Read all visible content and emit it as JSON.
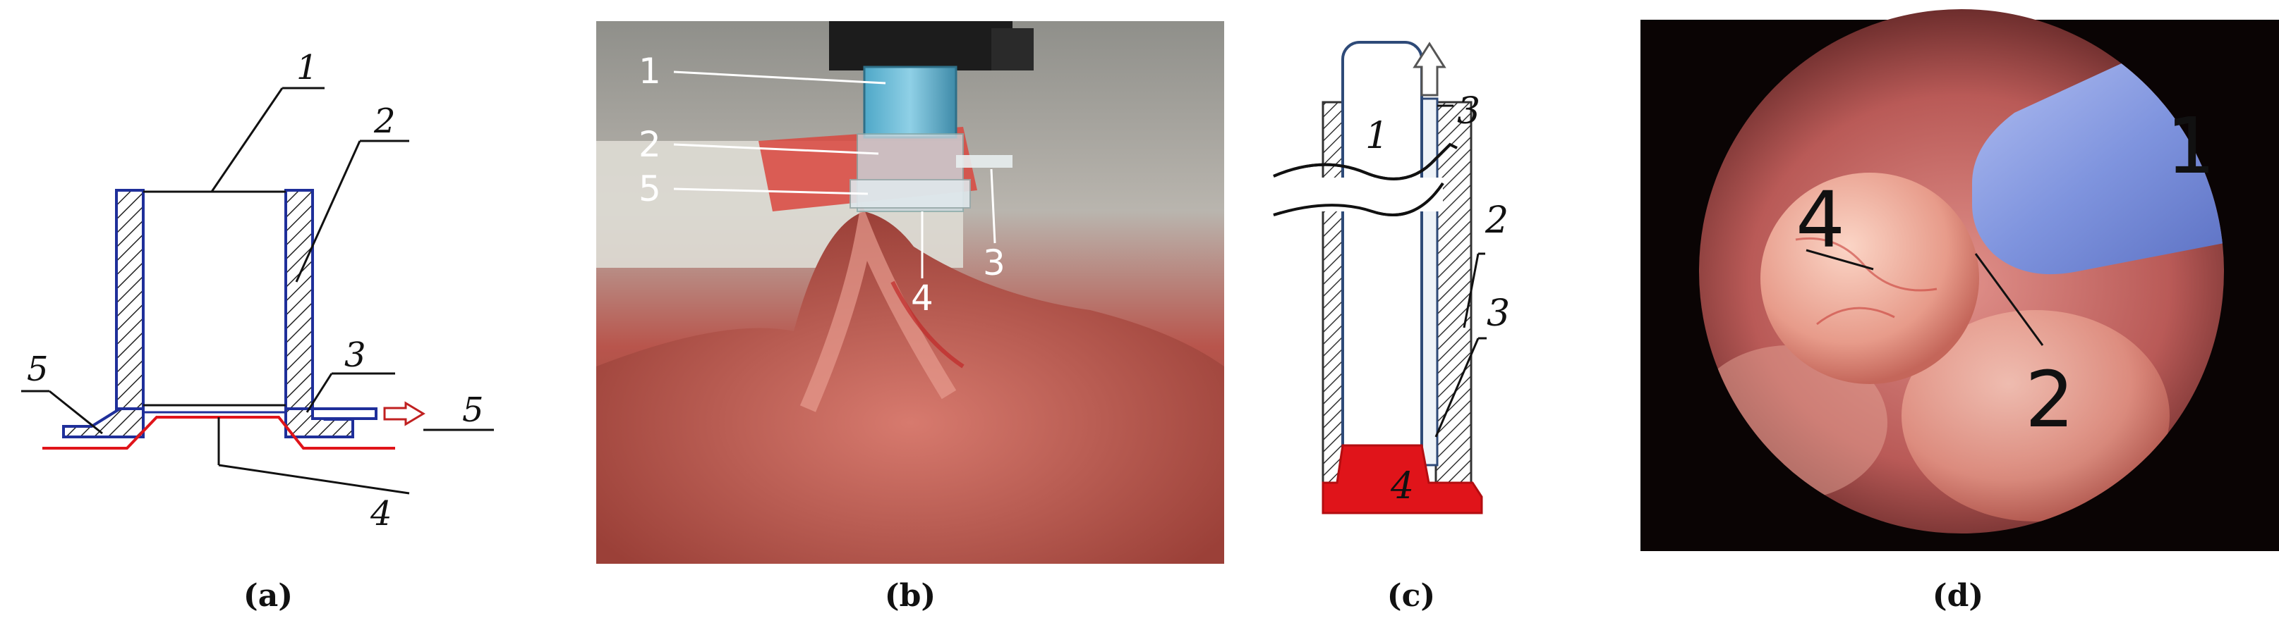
{
  "panels": {
    "a": {
      "caption": "(a)",
      "labels": {
        "l1": "1",
        "l2": "2",
        "l3": "3",
        "l4": "4",
        "l5": "5",
        "l5b": "5"
      }
    },
    "b": {
      "caption": "(b)",
      "labels": {
        "l1": "1",
        "l2": "2",
        "l3": "3",
        "l4": "4",
        "l5": "5"
      }
    },
    "c": {
      "caption": "(c)",
      "labels": {
        "l1": "1",
        "l2": "2",
        "l3a": "3",
        "l3b": "3",
        "l4": "4"
      }
    },
    "d": {
      "caption": "(d)",
      "labels": {
        "l1": "1",
        "l2": "2",
        "l4": "4"
      }
    }
  },
  "colors": {
    "outline_blue": "#1f2f9a",
    "seal_red": "#e0141a",
    "hatch_gray": "#555555",
    "tissue": "#c6655d",
    "cylinder_blue": "#8fa4e6"
  }
}
